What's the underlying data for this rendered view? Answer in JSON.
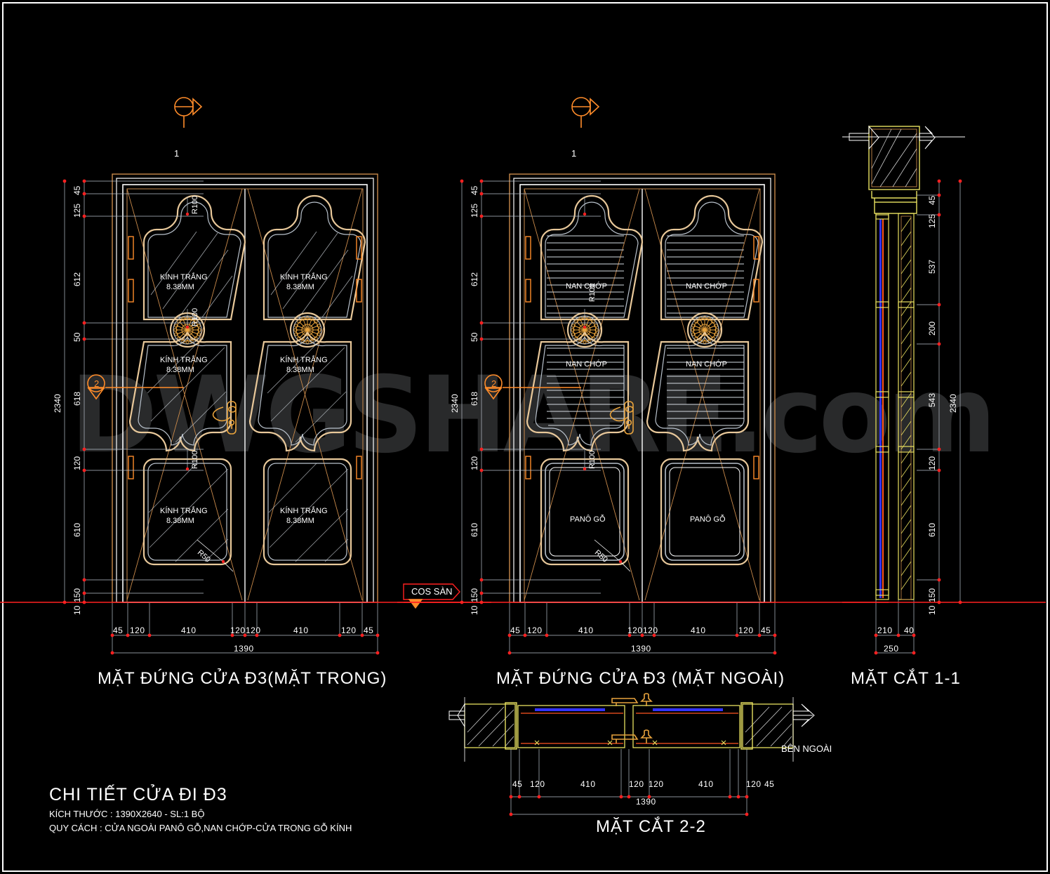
{
  "drawing": {
    "background_color": "#000000",
    "watermark": "DWGSHARE.com",
    "border_color": "#ffffff"
  },
  "title_block": {
    "main_title": "CHI TIẾT CỬA ĐI Đ3",
    "line1": "KÍCH THƯỚC : 1390X2640 - SL:1 BỘ",
    "line2": "QUY CÁCH : CỬA NGOÀI PANÔ GỖ,NAN CHỚP-CỬA TRONG GỖ KÍNH"
  },
  "views": [
    {
      "id": "inside-elevation",
      "title": "MẶT ĐỨNG CỬA Đ3(MẶT TRONG)"
    },
    {
      "id": "outside-elevation",
      "title": "MẶT ĐỨNG CỬA Đ3 (MẶT NGOÀI)"
    },
    {
      "id": "section-1-1",
      "title": "MẶT CẮT 1-1"
    },
    {
      "id": "section-2-2",
      "title": "MẶT CẮT 2-2"
    }
  ],
  "markers": {
    "section_top_label": "1",
    "section_side_label": "2",
    "floor_level": "COS SÀN",
    "outside_label": "BÊN NGOÀI"
  },
  "material_labels": {
    "glass_line1": "KÍNH TRẮNG",
    "glass_line2": "8.38MM",
    "louver": "NAN CHỚP",
    "wood_panel": "PANÔ GỖ"
  },
  "radius_callouts": {
    "r100": "R100",
    "r50": "R50"
  },
  "dimensions": {
    "horizontal_chain": [
      "45",
      "120",
      "410",
      "120",
      "120",
      "410",
      "120",
      "45"
    ],
    "overall_width": "1390",
    "vertical_chain_elevation": [
      "45",
      "125",
      "612",
      "50",
      "618",
      "120",
      "610",
      "150",
      "10"
    ],
    "overall_height": "2340",
    "vertical_chain_section": [
      "45",
      "125",
      "537",
      "200",
      "543",
      "120",
      "610",
      "150",
      "10"
    ],
    "section_depth_chain": [
      "210",
      "40"
    ],
    "section_depth_total": "250"
  },
  "colors": {
    "white": "#ffffff",
    "red": "#ff2020",
    "orange": "#ff8c2a",
    "gold": "#e8a33d",
    "yellow": "#ffff66",
    "blue": "#3333ff",
    "grey": "#b9c2cc",
    "tan": "#c98a4b"
  }
}
